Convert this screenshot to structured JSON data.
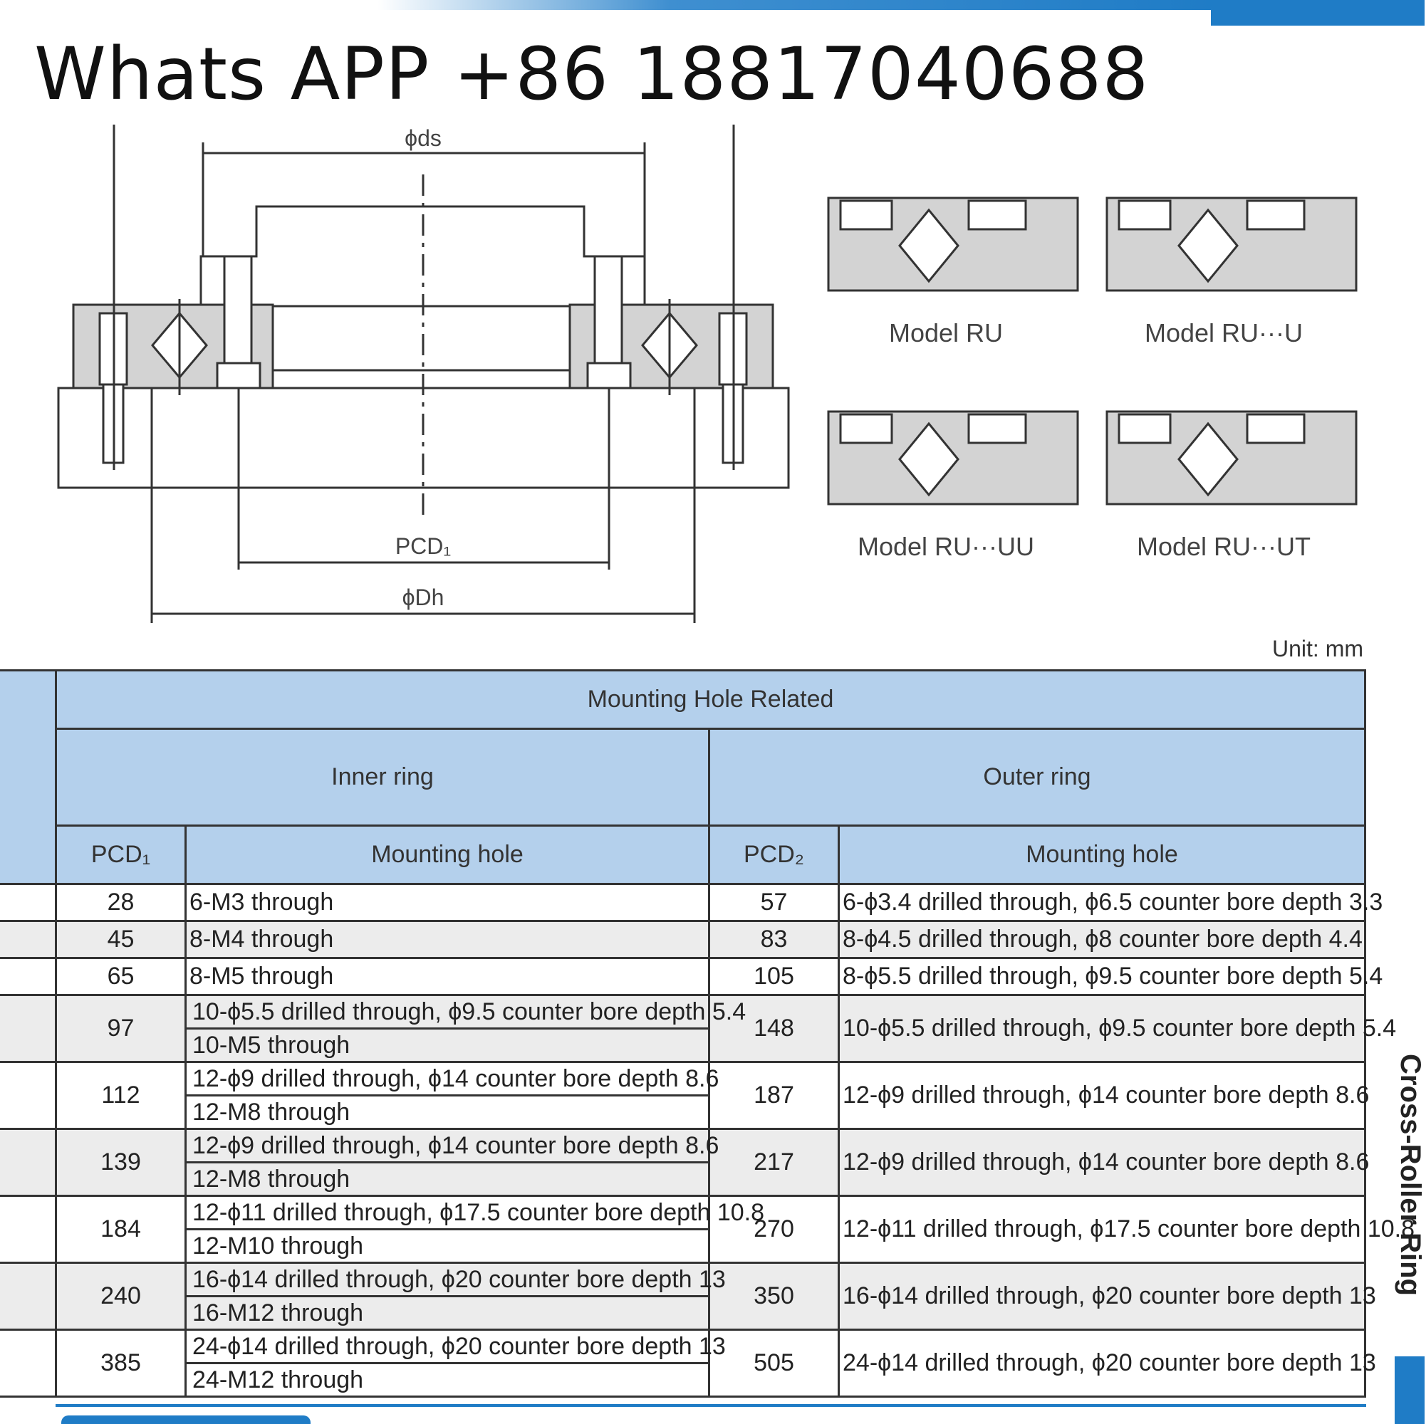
{
  "header": {
    "contact": "Whats APP +86 18817040688"
  },
  "drawing": {
    "ds_label": "ϕds",
    "pcd1_label": "PCD₁",
    "dh_label": "ϕDh"
  },
  "models": [
    {
      "label": "Model RU"
    },
    {
      "label": "Model RU···U"
    },
    {
      "label": "Model RU···UU"
    },
    {
      "label": "Model RU···UT"
    }
  ],
  "unit_label": "Unit: mm",
  "table": {
    "group_header": "Mounting Hole Related",
    "inner_header": "Inner ring",
    "outer_header": "Outer ring",
    "col_pcd1": "PCD₁",
    "col_inner_hole": "Mounting hole",
    "col_pcd2": "PCD₂",
    "col_outer_hole": "Mounting hole",
    "rows": [
      {
        "pcd1": "28",
        "inner": [
          "6-M3 through"
        ],
        "pcd2": "57",
        "outer": "6-ϕ3.4 drilled through, ϕ6.5 counter bore depth 3.3"
      },
      {
        "pcd1": "45",
        "inner": [
          "8-M4 through"
        ],
        "pcd2": "83",
        "outer": "8-ϕ4.5 drilled through, ϕ8 counter bore depth 4.4"
      },
      {
        "pcd1": "65",
        "inner": [
          "8-M5 through"
        ],
        "pcd2": "105",
        "outer": "8-ϕ5.5 drilled through, ϕ9.5 counter bore depth 5.4"
      },
      {
        "pcd1": "97",
        "inner": [
          "10-ϕ5.5 drilled through, ϕ9.5 counter bore depth 5.4",
          "10-M5 through"
        ],
        "pcd2": "148",
        "outer": "10-ϕ5.5 drilled through, ϕ9.5 counter bore depth 5.4"
      },
      {
        "pcd1": "112",
        "inner": [
          "12-ϕ9 drilled through, ϕ14 counter bore depth 8.6",
          "12-M8  through"
        ],
        "pcd2": "187",
        "outer": "12-ϕ9 drilled through, ϕ14 counter bore depth 8.6"
      },
      {
        "pcd1": "139",
        "inner": [
          "12-ϕ9 drilled through, ϕ14 counter bore depth 8.6",
          "12-M8  through"
        ],
        "pcd2": "217",
        "outer": "12-ϕ9 drilled through, ϕ14 counter bore depth 8.6"
      },
      {
        "pcd1": "184",
        "inner": [
          "12-ϕ11 drilled through, ϕ17.5 counter bore depth 10.8",
          "12-M10  through"
        ],
        "pcd2": "270",
        "outer": "12-ϕ11 drilled through, ϕ17.5 counter bore depth 10.8"
      },
      {
        "pcd1": "240",
        "inner": [
          "16-ϕ14 drilled through, ϕ20 counter bore depth 13",
          "16-M12  through"
        ],
        "pcd2": "350",
        "outer": "16-ϕ14 drilled through, ϕ20 counter bore depth 13"
      },
      {
        "pcd1": "385",
        "inner": [
          "24-ϕ14 drilled through, ϕ20 counter bore depth 13",
          "24-M12  through"
        ],
        "pcd2": "505",
        "outer": "24-ϕ14 drilled through, ϕ20 counter bore depth 13"
      }
    ]
  },
  "side_label": "Cross-Roller Ring",
  "colors": {
    "accent": "#1f7cc6",
    "header_fill": "#b4d0ec",
    "row_shade": "#ececec",
    "part_gray": "#d3d3d3"
  }
}
